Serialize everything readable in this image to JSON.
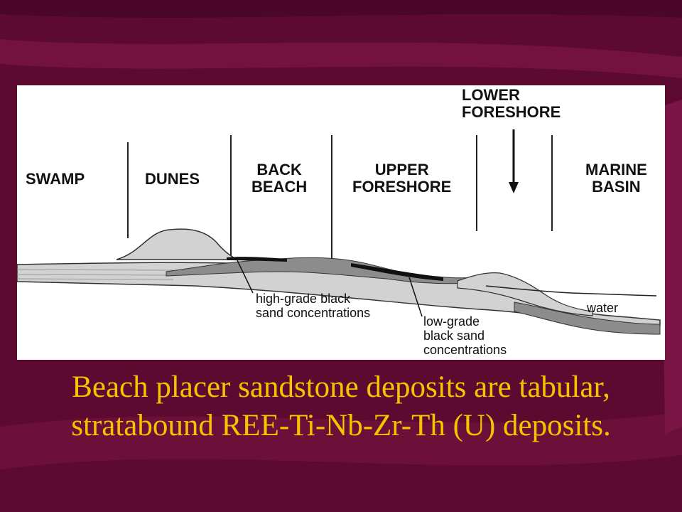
{
  "colors": {
    "background": "#5c0a30",
    "stripe": "#7a1545",
    "panel": "#ffffff",
    "sand_light": "#d2d2d2",
    "sand_dark": "#8c8c8c",
    "black_sand": "#111111",
    "caption": "#f5c400"
  },
  "diagram": {
    "zones": {
      "swamp": "SWAMP",
      "dunes": "DUNES",
      "back_beach": [
        "BACK",
        "BEACH"
      ],
      "upper_foreshore": [
        "UPPER",
        "FORESHORE"
      ],
      "lower_foreshore": [
        "LOWER",
        "FORESHORE"
      ],
      "marine_basin": [
        "MARINE",
        "BASIN"
      ]
    },
    "annotations": {
      "high_grade": [
        "high-grade black",
        "sand concentrations"
      ],
      "low_grade": [
        "low-grade",
        "black sand",
        "concentrations"
      ],
      "water": "water"
    }
  },
  "caption": "Beach placer sandstone deposits are tabular, stratabound REE-Ti-Nb-Zr-Th (U) deposits."
}
